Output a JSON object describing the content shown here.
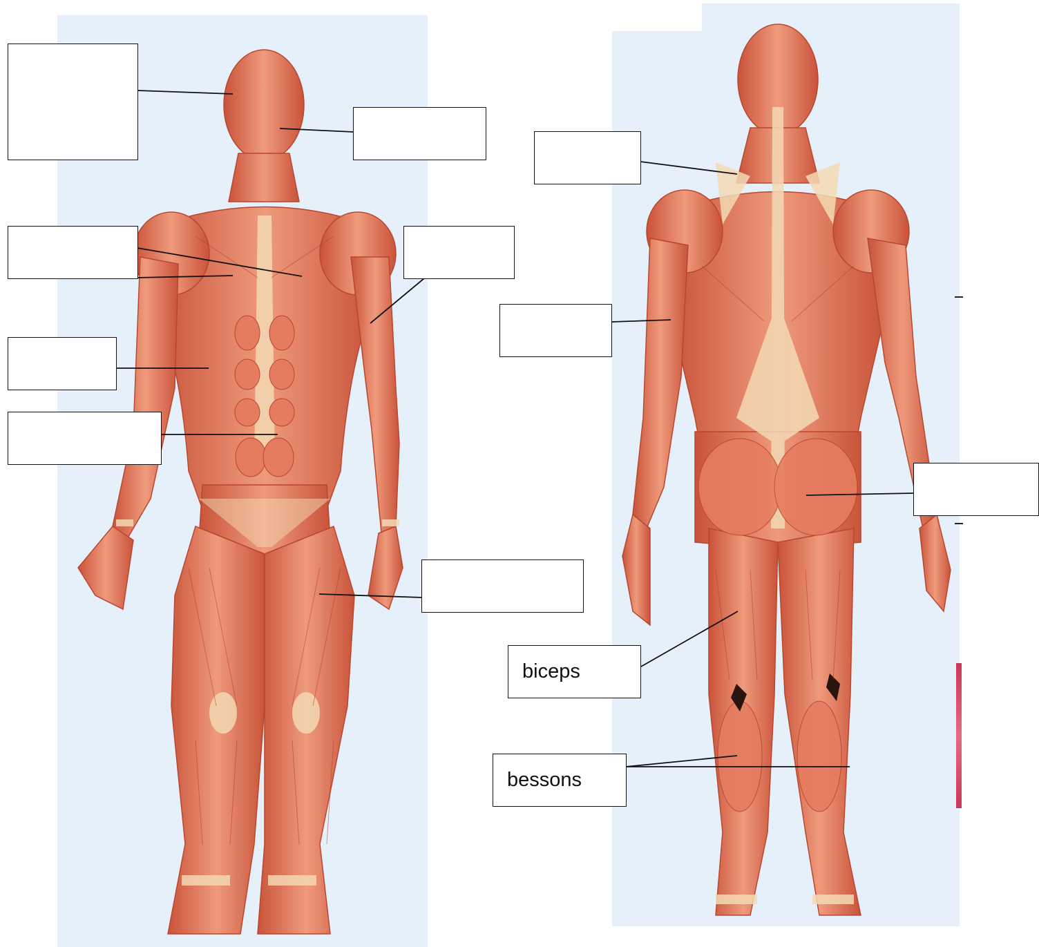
{
  "figures": [
    {
      "id": "front",
      "icon": "anterior-muscle-figure"
    },
    {
      "id": "back",
      "icon": "posterior-muscle-figure"
    }
  ],
  "labels": {
    "face_upper": "",
    "face_cheek": "",
    "chest": "",
    "upper_arm_front": "",
    "side_abdomen": "",
    "abdomen": "",
    "thigh_front": "",
    "neck_back": "",
    "arm_back": "",
    "buttock": "",
    "thigh_back": "biceps",
    "calf": "bessons"
  },
  "colors": {
    "panel_bg": "#e6f0fb",
    "muscle": "#d9664b",
    "muscle_light": "#f0a58a",
    "tendon": "#f3d9b4",
    "box_border": "#111111"
  }
}
